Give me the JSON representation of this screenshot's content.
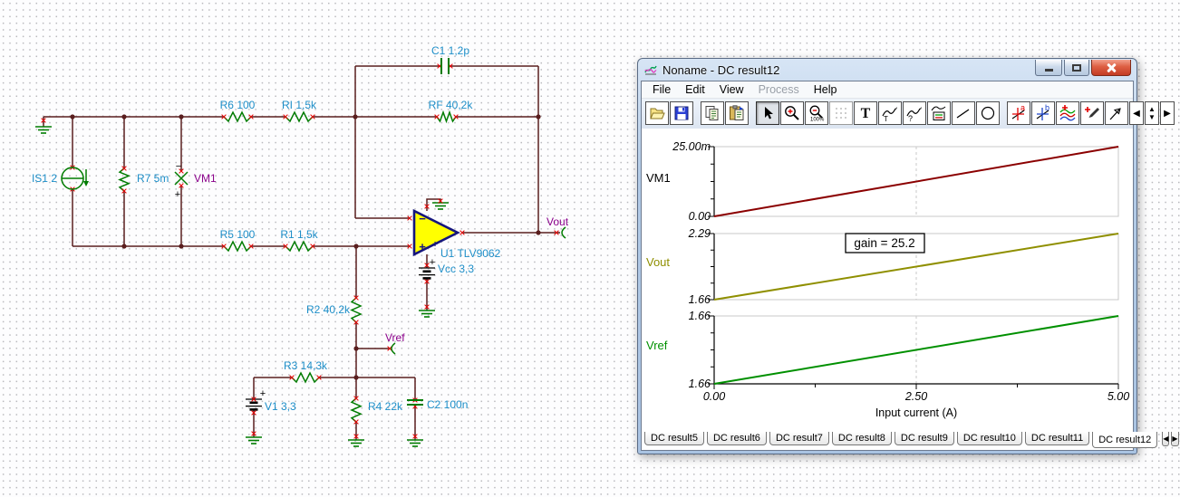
{
  "schematic": {
    "colors": {
      "wire": "#5a1e1e",
      "component": "#007c00",
      "label": "#1d8ec8",
      "net_label": "#8b008b",
      "pin_mark": "#e60000",
      "opamp_fill": "#ffff00",
      "opamp_border": "#16167d"
    },
    "labels": [
      {
        "id": "is1",
        "text": "IS1 2"
      },
      {
        "id": "r7",
        "text": "R7 5m"
      },
      {
        "id": "vm1",
        "text": "VM1"
      },
      {
        "id": "r6",
        "text": "R6 100"
      },
      {
        "id": "ri",
        "text": "RI 1,5k"
      },
      {
        "id": "r5",
        "text": "R5 100"
      },
      {
        "id": "r1",
        "text": "R1 1,5k"
      },
      {
        "id": "c1",
        "text": "C1 1,2p"
      },
      {
        "id": "rf",
        "text": "RF 40,2k"
      },
      {
        "id": "u1",
        "text": "U1 TLV9062"
      },
      {
        "id": "vcc",
        "text": "Vcc 3,3"
      },
      {
        "id": "r2",
        "text": "R2 40,2k"
      },
      {
        "id": "vref",
        "text": "Vref"
      },
      {
        "id": "r3",
        "text": "R3 14,3k"
      },
      {
        "id": "v1",
        "text": "V1 3,3"
      },
      {
        "id": "r4",
        "text": "R4 22k"
      },
      {
        "id": "c2",
        "text": "C2 100n"
      },
      {
        "id": "vout",
        "text": "Vout"
      }
    ],
    "signs": {
      "plus": "+",
      "minus": "−"
    }
  },
  "window": {
    "title": "Noname - DC result12",
    "menu": {
      "items": [
        {
          "label": "File",
          "enabled": true
        },
        {
          "label": "Edit",
          "enabled": true
        },
        {
          "label": "View",
          "enabled": true
        },
        {
          "label": "Process",
          "enabled": false
        },
        {
          "label": "Help",
          "enabled": true
        }
      ]
    },
    "toolbar": {
      "icons": [
        "open-icon",
        "save-icon",
        "copy-icon",
        "paste-icon",
        "select-cursor-icon",
        "zoom-in-icon",
        "zoom-out-100-icon",
        "grid-icon",
        "text-icon",
        "curve-text-label-icon",
        "curve-query-icon",
        "legend-icon",
        "line-icon",
        "ellipse-icon",
        "cursor-a-icon",
        "cursor-b-icon",
        "add-curves-icon",
        "add-marker-icon",
        "angle-icon",
        "scroll-left-icon",
        "page-spinner-icon",
        "scroll-right-icon"
      ],
      "glyphs": {
        "text_tool": "T",
        "axis_text_tool": "T",
        "curve_query": "?",
        "cursor_a": "a",
        "cursor_b": "b",
        "zoom_out_caption": "100%",
        "scroll_left": "◀",
        "scroll_right": "▶",
        "spin_up": "▲",
        "spin_down": "▼"
      }
    },
    "tabs": {
      "items": [
        "DC result5",
        "DC result6",
        "DC result7",
        "DC result8",
        "DC result9",
        "DC result10",
        "DC result11",
        "DC result12"
      ],
      "active": "DC result12",
      "scroll_left_glyph": "◀",
      "scroll_right_glyph": "▶"
    }
  },
  "chart_data": {
    "type": "line",
    "x": {
      "min": 0,
      "max": 5,
      "ticks": [
        "0.00",
        "2.50",
        "5.00"
      ],
      "tick_values": [
        0,
        2.5,
        5
      ],
      "label": "Input current (A)",
      "cursor_position": 2.5
    },
    "grid": "vertical dashed cursor line at x=2.50 only",
    "plots": [
      {
        "name": "VM1",
        "name_color": "#000000",
        "line_color": "#8b0000",
        "y_top_label": "25.00m",
        "y_bottom_label": "0.00",
        "ymin": 0,
        "ymax": 0.025,
        "points": [
          [
            0,
            0
          ],
          [
            5,
            0.025
          ]
        ]
      },
      {
        "name": "Vout",
        "name_color": "#8f8f00",
        "line_color": "#8f8f00",
        "y_top_label": "2.29",
        "y_bottom_label": "1.66",
        "ymin": 1.66,
        "ymax": 2.29,
        "points": [
          [
            0,
            1.66
          ],
          [
            5,
            2.29
          ]
        ],
        "annotation": "gain = 25.2"
      },
      {
        "name": "Vref",
        "name_color": "#009000",
        "line_color": "#009000",
        "y_top_label": "1.66",
        "y_bottom_label": "1.66",
        "ymin": 1.6555,
        "ymax": 1.6638,
        "points": [
          [
            0,
            1.6555
          ],
          [
            5,
            1.6638
          ]
        ]
      }
    ]
  }
}
